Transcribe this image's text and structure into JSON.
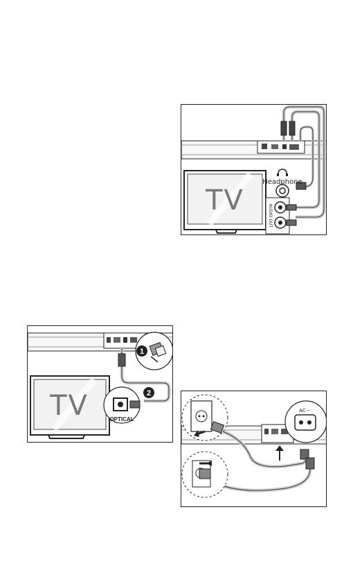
{
  "panels": {
    "headphone": {
      "tv_label": "TV",
      "port_label": "Headphone",
      "audio_out_label": "AUDIO OUT"
    },
    "optical": {
      "tv_label": "TV",
      "port_label": "OPTICAL",
      "step1": "1",
      "step2": "2"
    },
    "power": {
      "ac_label": "AC ~"
    }
  },
  "colors": {
    "line": "#222222",
    "cable": "#cfcfcf",
    "screen": "#f2f2f2"
  }
}
